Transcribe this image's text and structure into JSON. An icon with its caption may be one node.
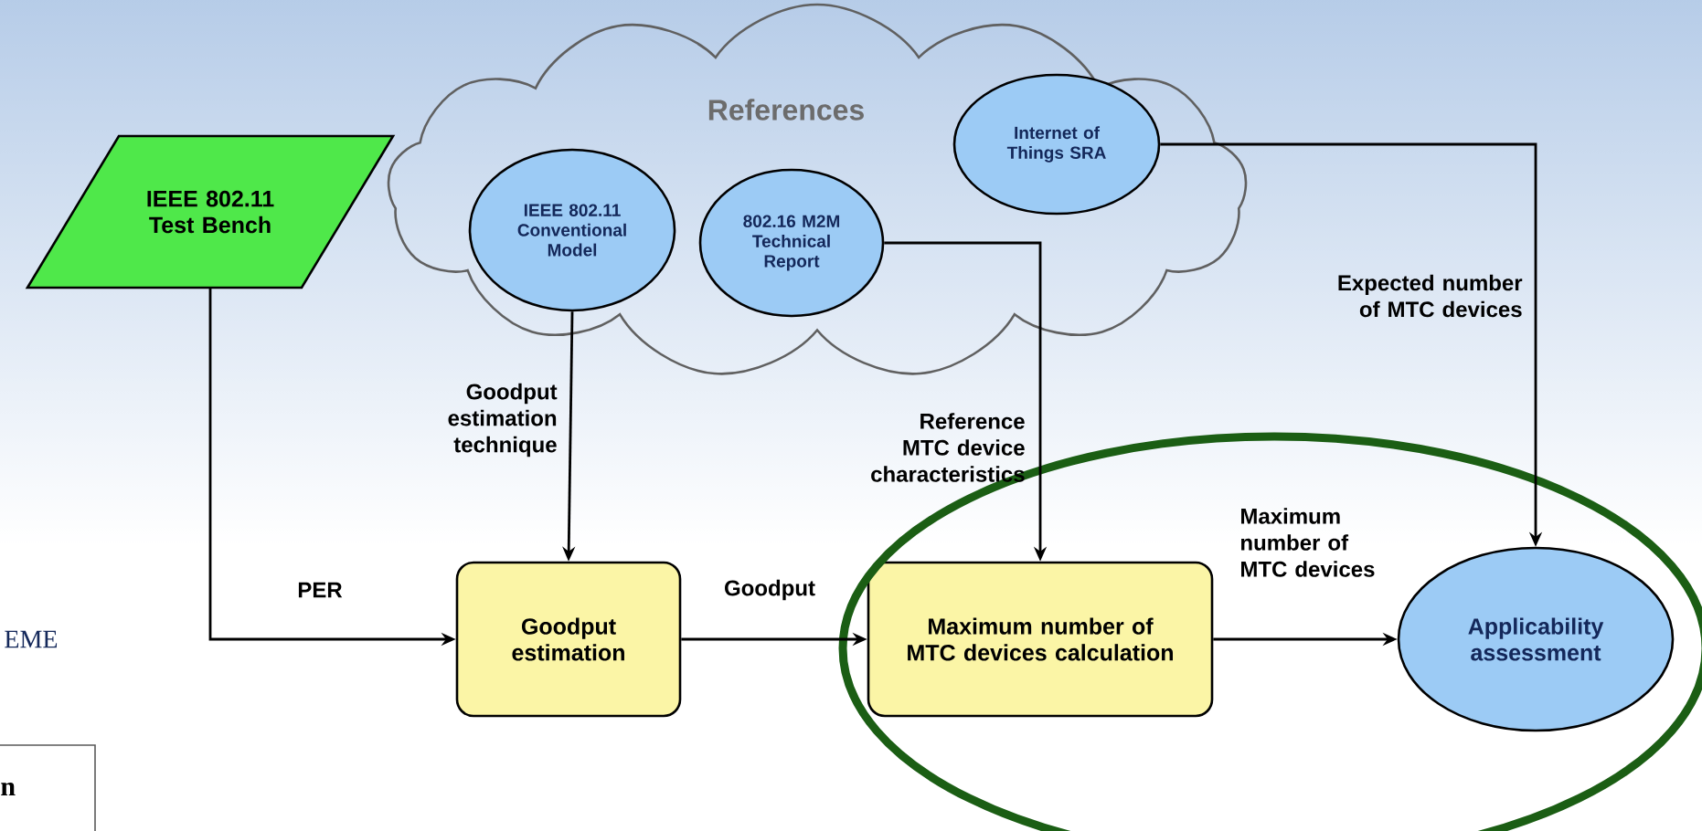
{
  "diagram": {
    "nodes": [
      {
        "text": [
          "IEEE 802.11 Test Bench"
        ]
      },
      {
        "text": [
          "References"
        ]
      },
      {
        "text": [
          "IEEE 802.11 Conventional Model"
        ],
        "in": 1
      },
      {
        "text": [
          "802.16 M2M Technical Report"
        ],
        "in": 1
      },
      {
        "text": [
          "Internet of Things SRA"
        ],
        "in": 1
      },
      {
        "text": [
          "Goodput estimation"
        ]
      },
      {
        "text": [
          "Maximum number of MTC devices calculation"
        ]
      },
      {
        "text": [
          "Applicability assessment"
        ]
      }
    ],
    "edges": [
      {
        "from": 0,
        "to": 5,
        "arrow": "to",
        "label": "PER"
      },
      {
        "from": 2,
        "to": 5,
        "arrow": "to",
        "label": "Goodput estimation technique"
      },
      {
        "from": 5,
        "to": 6,
        "arrow": "to",
        "label": "Goodput"
      },
      {
        "from": 3,
        "to": 6,
        "arrow": "to",
        "label": "Reference MTC device characteristics"
      },
      {
        "from": 6,
        "to": 7,
        "arrow": "to",
        "label": "Maximum number of MTC devices"
      },
      {
        "from": 4,
        "to": 7,
        "arrow": "to",
        "label": "Expected number of MTC devices"
      }
    ],
    "labels": [
      "EME",
      "n"
    ]
  }
}
